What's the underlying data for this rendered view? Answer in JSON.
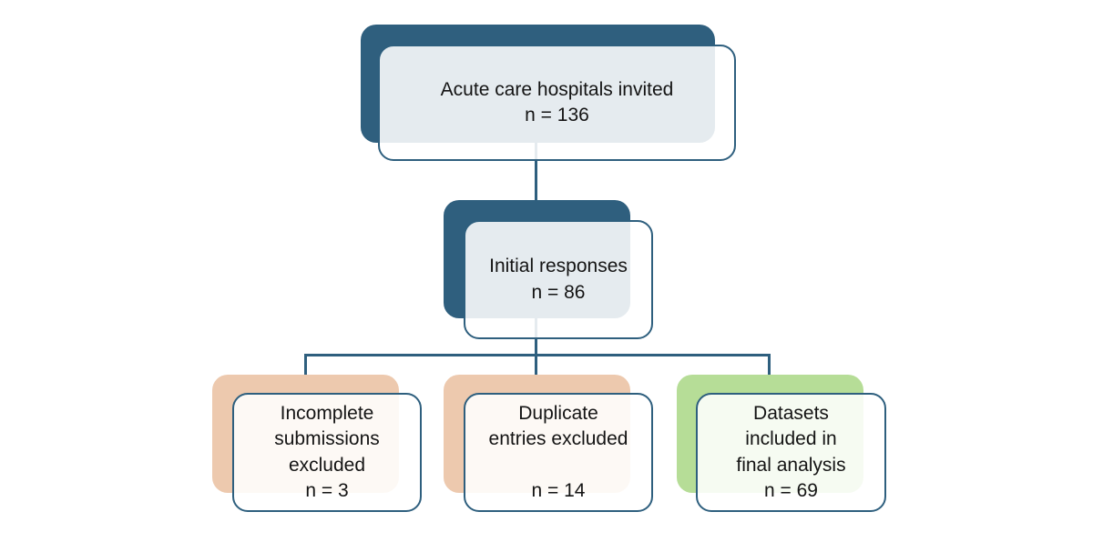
{
  "diagram": {
    "type": "flowchart",
    "background_color": "#ffffff",
    "line_color": "#2E5F7E",
    "text_color": "#141414",
    "accent_colors": {
      "dark_blue": "#2F5F7E",
      "peach": "#EDC9AE",
      "green": "#B6DD97"
    },
    "nodes": [
      {
        "id": "invited",
        "label": "Acute care hospitals invited",
        "count_label": "n = 136",
        "accent": "#2F5F7E"
      },
      {
        "id": "initial-responses",
        "label": "Initial responses",
        "count_label": "n = 86",
        "accent": "#2F5F7E"
      },
      {
        "id": "incomplete-excluded",
        "label": "Incomplete\nsubmissions\nexcluded",
        "count_label": "n = 3",
        "accent": "#EDC9AE"
      },
      {
        "id": "duplicate-excluded",
        "label": "Duplicate\nentries excluded",
        "count_label": "n = 14",
        "accent": "#EDC9AE"
      },
      {
        "id": "final-analysis",
        "label": "Datasets\nincluded in\nfinal analysis",
        "count_label": "n = 69",
        "accent": "#B6DD97"
      }
    ],
    "edges": [
      {
        "from": "invited",
        "to": "initial-responses"
      },
      {
        "from": "initial-responses",
        "to": "incomplete-excluded"
      },
      {
        "from": "initial-responses",
        "to": "duplicate-excluded"
      },
      {
        "from": "initial-responses",
        "to": "final-analysis"
      }
    ]
  }
}
